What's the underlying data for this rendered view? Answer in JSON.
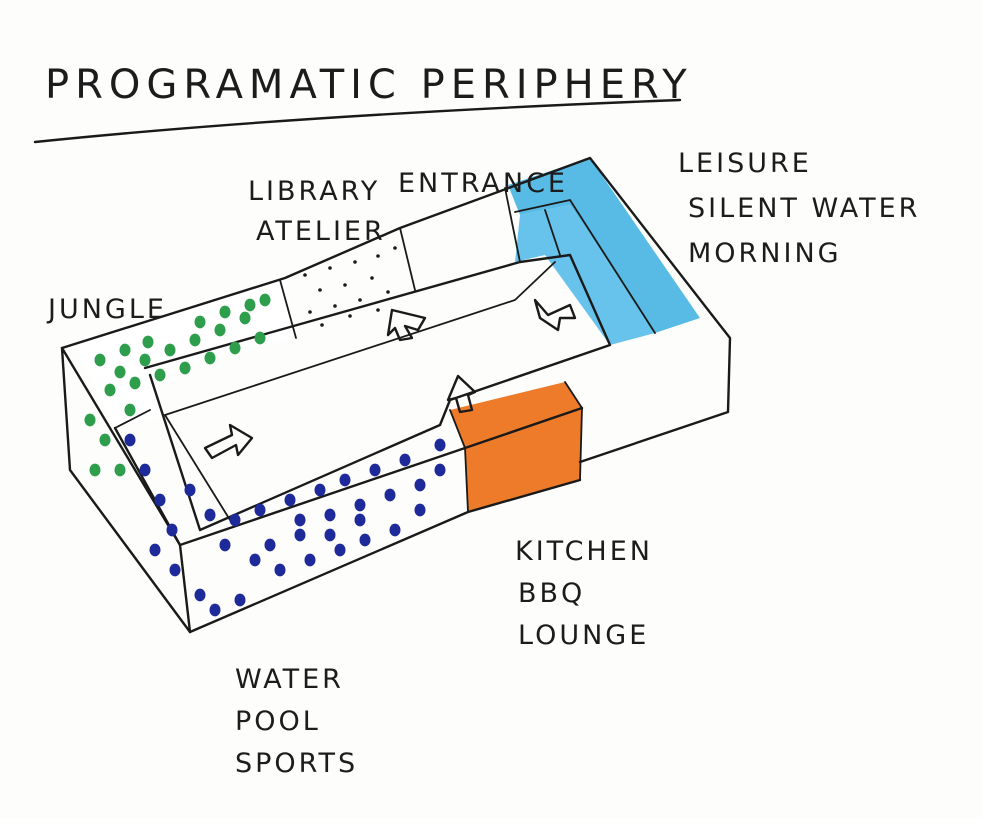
{
  "title": "PROGRAMATIC PERIPHERY",
  "colors": {
    "ink": "#1a1a1a",
    "jungle": "#2e9e4d",
    "water": "#1e2a9a",
    "leisure": "#4fb7e5",
    "kitchen": "#ee7b2a",
    "paper": "#fdfdfb"
  },
  "zones": {
    "jungle": {
      "lines": [
        "JUNGLE"
      ]
    },
    "library": {
      "lines": [
        "LIBRARY",
        "ATELIER"
      ]
    },
    "entrance": {
      "lines": [
        "ENTRANCE"
      ]
    },
    "leisure": {
      "lines": [
        "LEISURE",
        "SILENT WATER",
        "MORNING"
      ]
    },
    "kitchen": {
      "lines": [
        "KITCHEN",
        "BBQ",
        "LOUNGE"
      ]
    },
    "water": {
      "lines": [
        "WATER",
        "POOL",
        "SPORTS"
      ]
    }
  }
}
